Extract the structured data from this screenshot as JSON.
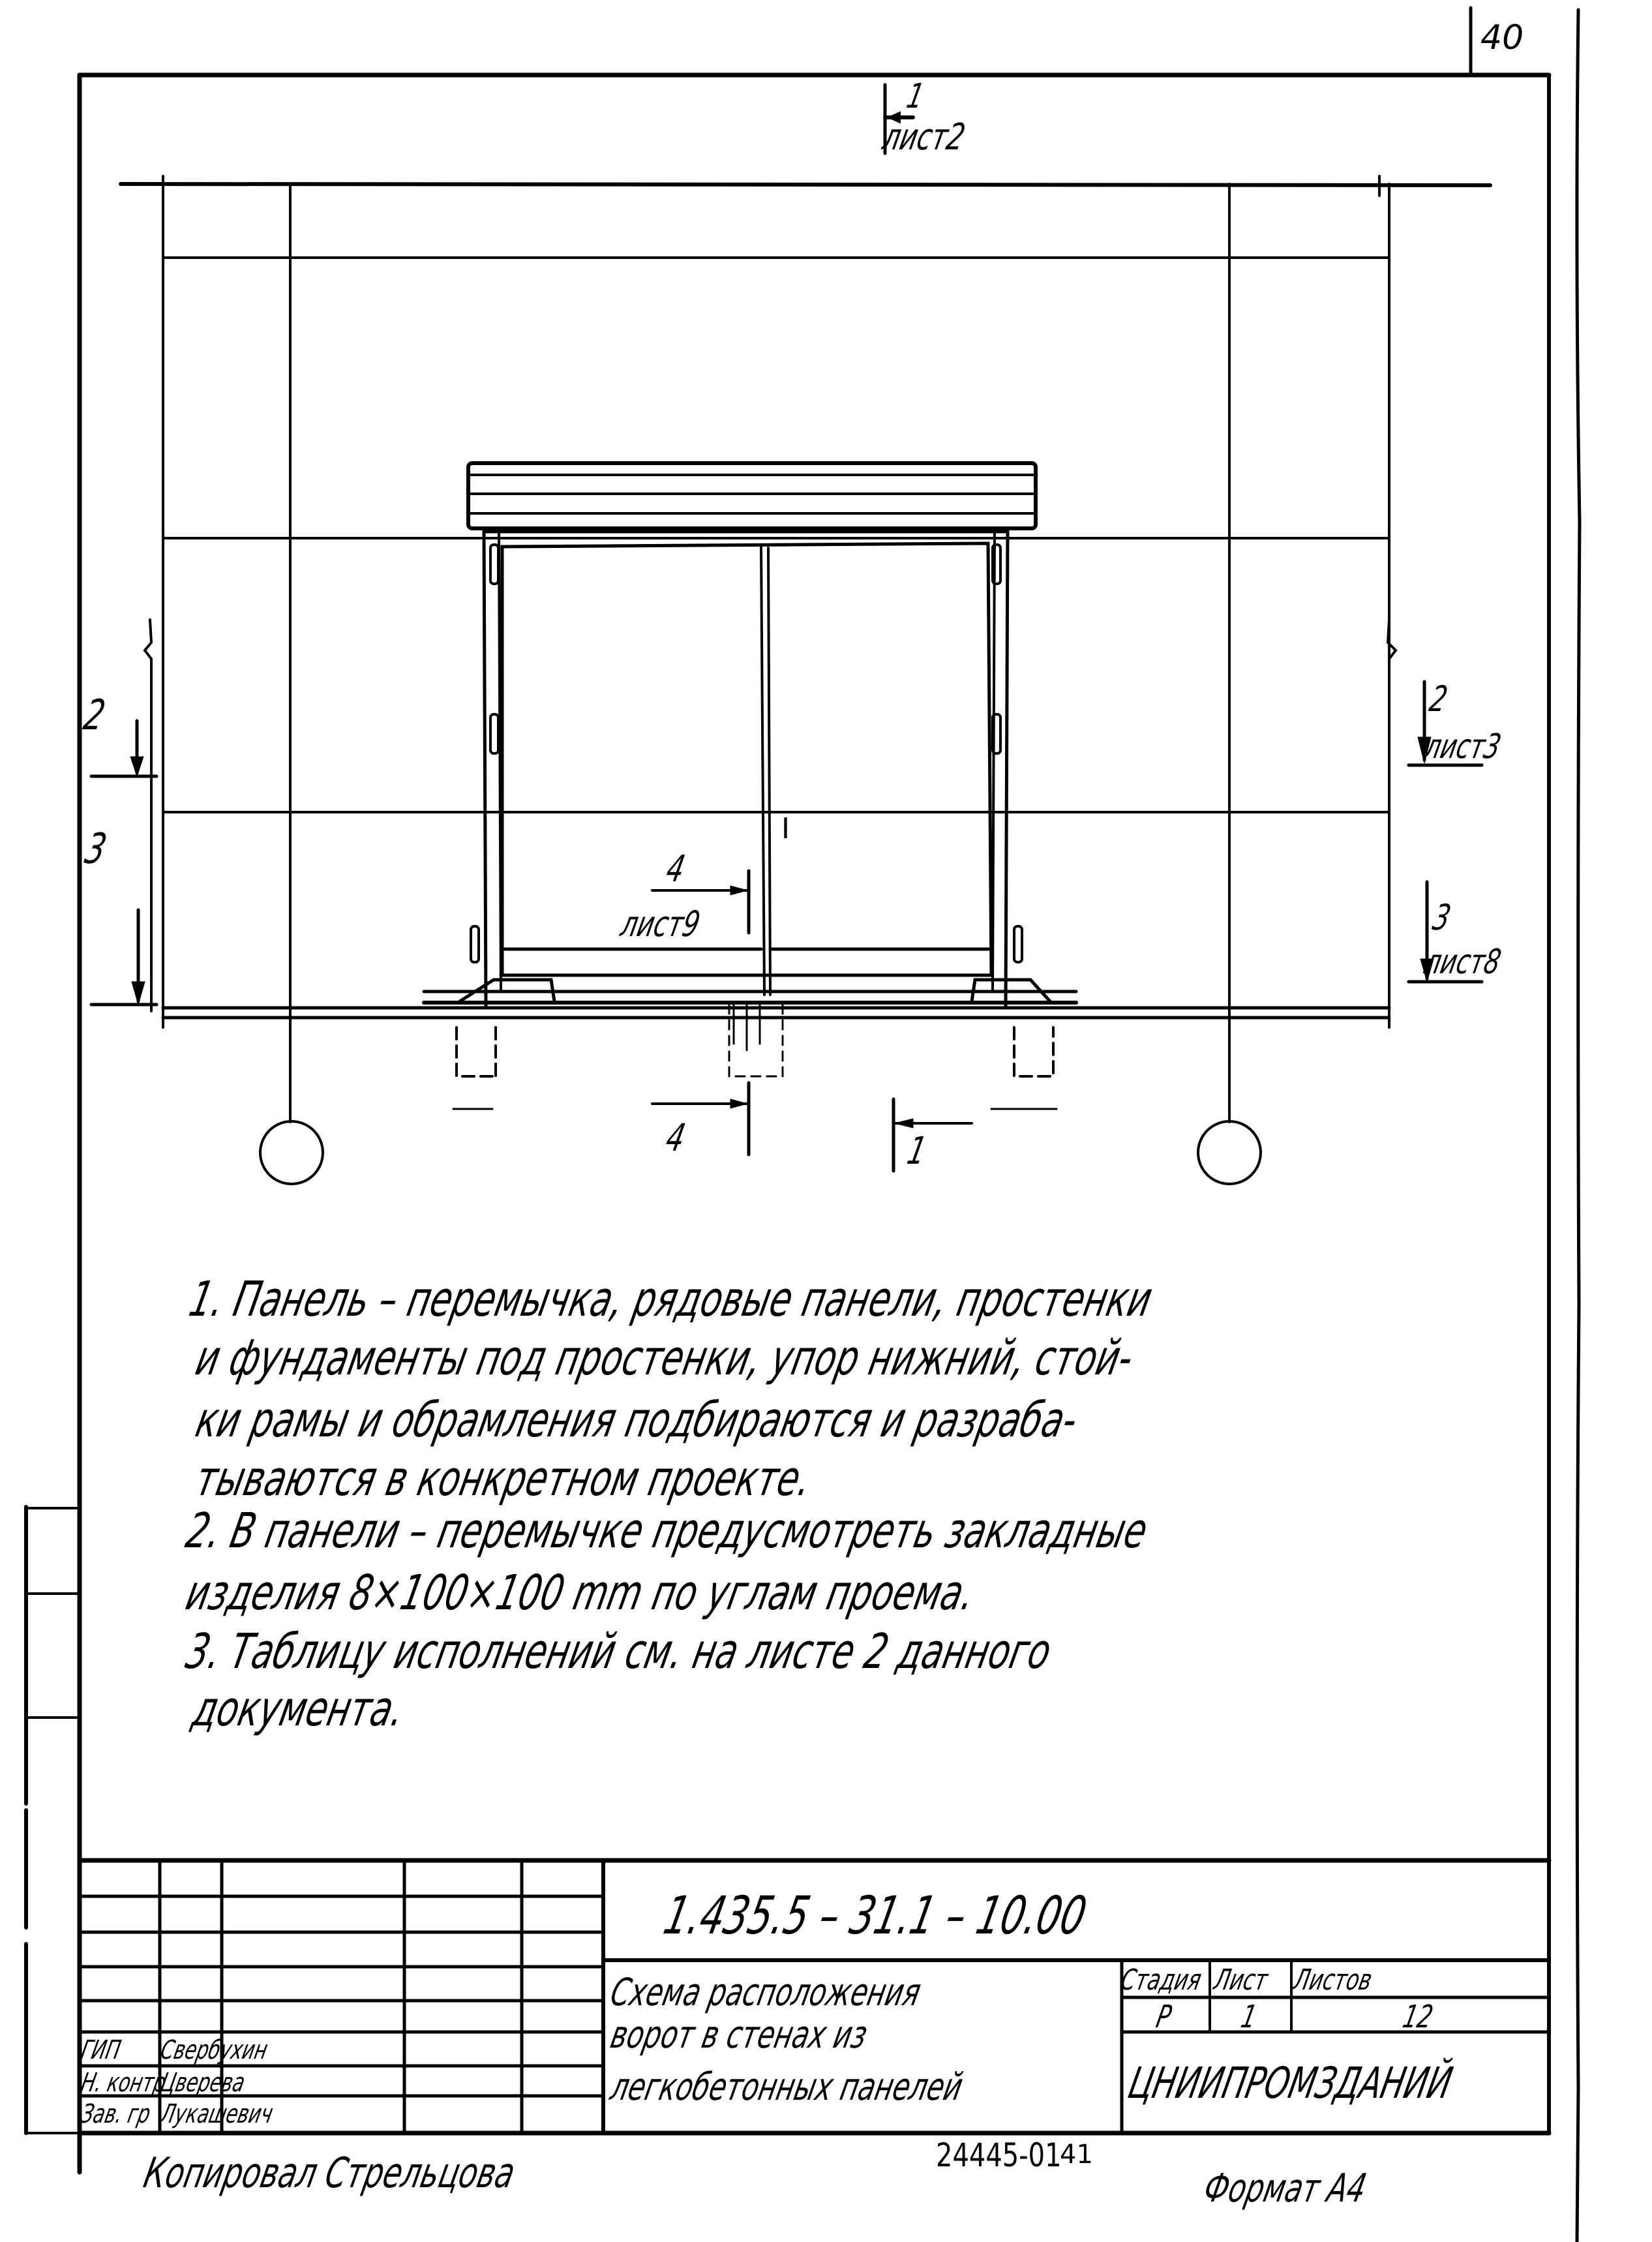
{
  "sheet": {
    "page_number": "40",
    "format_label": "Формат А4",
    "archive_number": "24445-01",
    "archive_suffix": "41",
    "copied_by": "Копировал  Стрельцова"
  },
  "drawing": {
    "section_markers": [
      {
        "id": "1",
        "ref": "лист 2",
        "position": "top"
      },
      {
        "id": "2",
        "ref": "",
        "position": "left"
      },
      {
        "id": "3",
        "ref": "",
        "position": "left"
      },
      {
        "id": "2",
        "ref": "лист 3",
        "position": "right"
      },
      {
        "id": "3",
        "ref": "лист 8",
        "position": "right"
      },
      {
        "id": "4",
        "ref": "лист 9",
        "position": "center"
      },
      {
        "id": "4",
        "ref": "",
        "position": "bottom"
      },
      {
        "id": "1",
        "ref": "",
        "position": "bottom"
      }
    ],
    "labels": {
      "top_num": "1",
      "top_ref": "лист2",
      "left_2": "2",
      "left_3": "3",
      "right_2": "2",
      "right_2_ref": "лист3",
      "right_3": "3",
      "right_3_ref": "лист8",
      "center_4": "4",
      "center_4_ref": "лист9",
      "door_mark": "I",
      "bottom_4": "4",
      "bottom_1": "1"
    }
  },
  "notes": [
    "1. Панель – перемычка, рядовые панели, простенки",
    "и фундаменты под простенки, упор нижний, стой-",
    "ки рамы и обрамления подбираются и разраба-",
    "тываются в конкретном проекте.",
    "2. В панели – перемычке предусмотреть закладные",
    "изделия 8×100×100 mm по углам проема.",
    "3. Таблицу исполнений см. на листе 2 данного",
    " документа."
  ],
  "title_block": {
    "designation": "1.435.5 – 31.1 – 10.00",
    "title_lines": [
      "Схема расположения",
      "ворот в стенах из",
      "легкобетонных панелей"
    ],
    "organization": "ЦНИИПРОМЗДАНИЙ",
    "headers": {
      "stage": "Стадия",
      "sheet": "Лист",
      "sheets": "Листов"
    },
    "values": {
      "stage": "Р",
      "sheet": "1",
      "sheets": "12"
    },
    "signatures": [
      {
        "role": "ГИП",
        "name": "Свербухин"
      },
      {
        "role": "Н. контр",
        "name": "Цверева"
      },
      {
        "role": "Зав. гр",
        "name": "Лукашевич"
      }
    ]
  },
  "colors": {
    "ink": "#000000",
    "paper": "#ffffff"
  }
}
